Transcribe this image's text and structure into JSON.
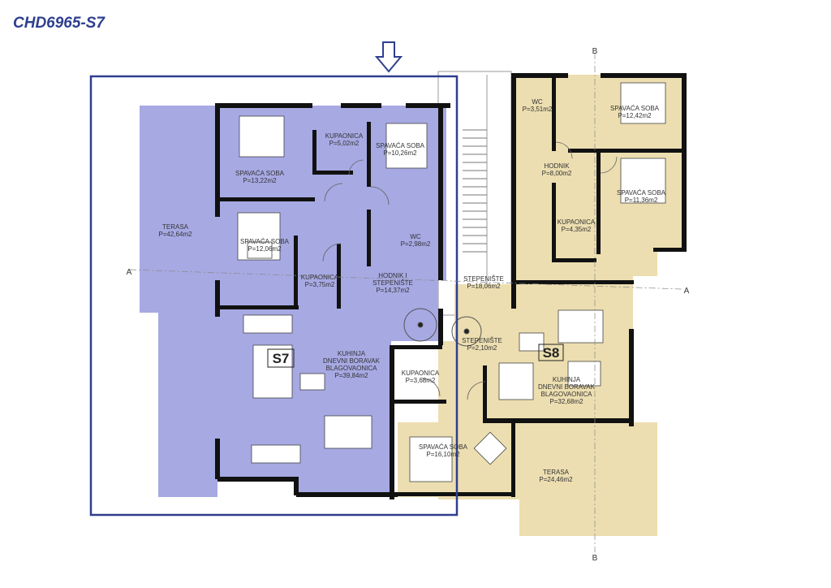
{
  "header": {
    "title": "CHD6965-S7"
  },
  "colors": {
    "unit_s7_fill": "#a7a9e3",
    "unit_s8_fill": "#ecdeb0",
    "highlight_border": "#2e3f8f",
    "walls": "#111111"
  },
  "section_marks": {
    "a_left": "A",
    "a_right": "A",
    "b_top": "B",
    "b_bottom": "B"
  },
  "units": {
    "s7": {
      "tag": "S7",
      "rooms": [
        {
          "name": "TERASA",
          "area": "P=42,64m2"
        },
        {
          "name": "SPAVAĆA SOBA",
          "area": "P=13,22m2"
        },
        {
          "name": "KUPAONICA",
          "area": "P=5,02m2"
        },
        {
          "name": "SPAVAĆA SOBA",
          "area": "P=10,26m2"
        },
        {
          "name": "SPAVAĆA SOBA",
          "area": "P=12,06m2"
        },
        {
          "name": "WC",
          "area": "P=2,98m2"
        },
        {
          "name": "KUPAONICA",
          "area": "P=3,75m2"
        },
        {
          "name": "HODNIK I",
          "name2": "STEPENIŠTE",
          "area": "P=14,37m2"
        },
        {
          "name": "KUHINJA",
          "name2": "DNEVNI BORAVAK",
          "name3": "BLAGOVAONICA",
          "area": "P=39,84m2"
        }
      ]
    },
    "s8": {
      "tag": "S8",
      "rooms": [
        {
          "name": "WC",
          "area": "P=3,51m2"
        },
        {
          "name": "SPAVAĆA SOBA",
          "area": "P=12,42m2"
        },
        {
          "name": "HODNIK",
          "area": "P=8,00m2"
        },
        {
          "name": "SPAVAĆA SOBA",
          "area": "P=11,36m2"
        },
        {
          "name": "KUPAONICA",
          "area": "P=4,35m2"
        },
        {
          "name": "STEPENIŠTE",
          "area": "P=2,10m2"
        },
        {
          "name": "KUPAONICA",
          "area": "P=3,68m2"
        },
        {
          "name": "KUHINJA",
          "name2": "DNEVNI BORAVAK",
          "name3": "BLAGOVAONICA",
          "area": "P=32,68m2"
        },
        {
          "name": "SPAVAĆA SOBA",
          "area": "P=16,10m2"
        },
        {
          "name": "TERASA",
          "area": "P=24,46m2"
        }
      ]
    },
    "common": {
      "rooms": [
        {
          "name": "STEPENIŠTE",
          "area": "P=18,06m2"
        }
      ]
    }
  }
}
